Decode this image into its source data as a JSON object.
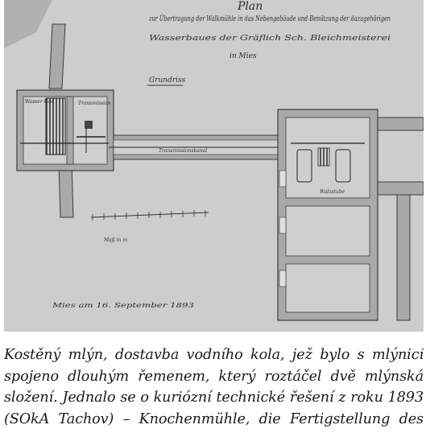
{
  "figure": {
    "title_word": "Plan",
    "title_lines": [
      "zur Übertragung der Walkmühle in das Nebengebäude und Benützung der dazugehörigen",
      "Wasserbaues der Gräflich Sch. Bleichmeisterei",
      "in Mies"
    ],
    "label_grundriss": "Grundriss",
    "label_wasserrad": "Wasser Rad",
    "label_transmission_box": "Transmission",
    "label_transmissionskanal": "Transmissionskanal",
    "label_walzstube": "Walzstube",
    "scale_label": "Maß in m",
    "date_line": "Mies am 16. September 1893"
  },
  "caption": {
    "lines": [
      "Kostěný mlýn, dostavba vodního kola, jež bylo s mlýnicí",
      "spojeno dlouhým řemenem, který roztáčel dvě mlýnská",
      "složení. Jednalo se o kuriózní technické řešení z roku 1893",
      "(SOkA Tachov) – Knochenmühle, die Fertigstellung des"
    ]
  }
}
